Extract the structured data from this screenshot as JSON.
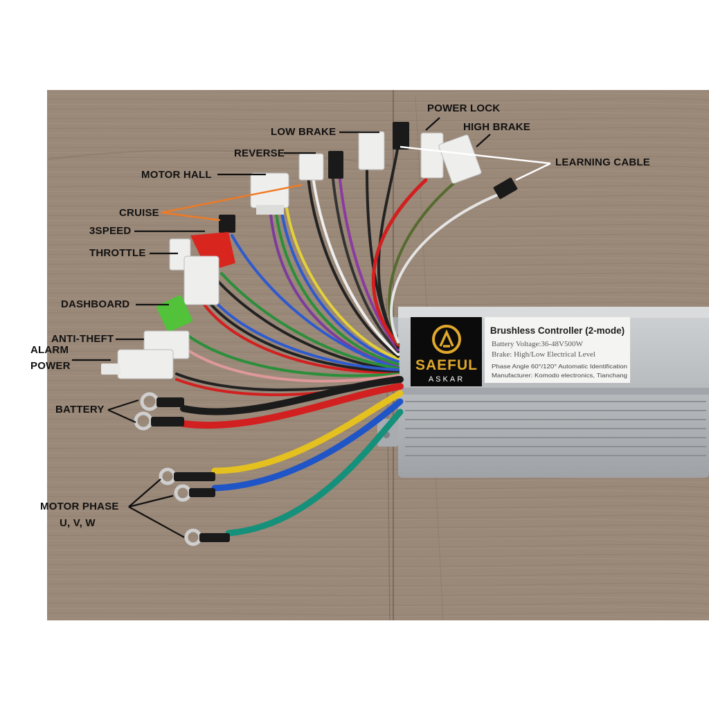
{
  "colors": {
    "wood": "#9a8878",
    "wood_dark": "#7f6f61",
    "board": "#ffffff",
    "housing": "#b9bcbf",
    "housing_dark": "#8d9094",
    "logo_bg": "#0b0b0b",
    "logo_gold": "#e0a82c",
    "connector_white": "#eeeeec",
    "connector_red": "#d8261f",
    "connector_green": "#52c23a",
    "wire_red": "#d21f1f",
    "wire_black": "#1b1b1b",
    "wire_yellow": "#e5c11f",
    "wire_blue": "#1f55c7",
    "wire_green": "#15907a",
    "wire_white": "#e4e4e4",
    "arrow_orange": "#f07a25",
    "arrow_black": "#111111",
    "arrow_white": "#ffffff"
  },
  "labels": {
    "power_lock": "POWER LOCK",
    "high_brake": "HIGH BRAKE",
    "low_brake": "LOW BRAKE",
    "reverse": "REVERSE",
    "motor_hall": "MOTOR HALL",
    "learning_cable": "LEARNING CABLE",
    "cruise": "CRUISE",
    "three_speed": "3SPEED",
    "throttle": "THROTTLE",
    "dashboard": "DASHBOARD",
    "anti_theft": "ANTI-THEFT",
    "alarm": "ALARM",
    "power": "POWER",
    "battery": "BATTERY",
    "motor_phase": "MOTOR PHASE",
    "motor_phase_uvw": "U, V, W"
  },
  "logo": {
    "brand": "SAEFUL",
    "sub": "ASKAR"
  },
  "product_label": {
    "title": "Brushless Controller (2-mode)",
    "line1": "Battery Voltage:36-48V500W",
    "line2": "Brake: High/Low Electrical Level",
    "line3": "Phase Angle 60°/120° Automatic Identification",
    "line4": "Manufacturer: Komodo electronics, Tianchang"
  }
}
